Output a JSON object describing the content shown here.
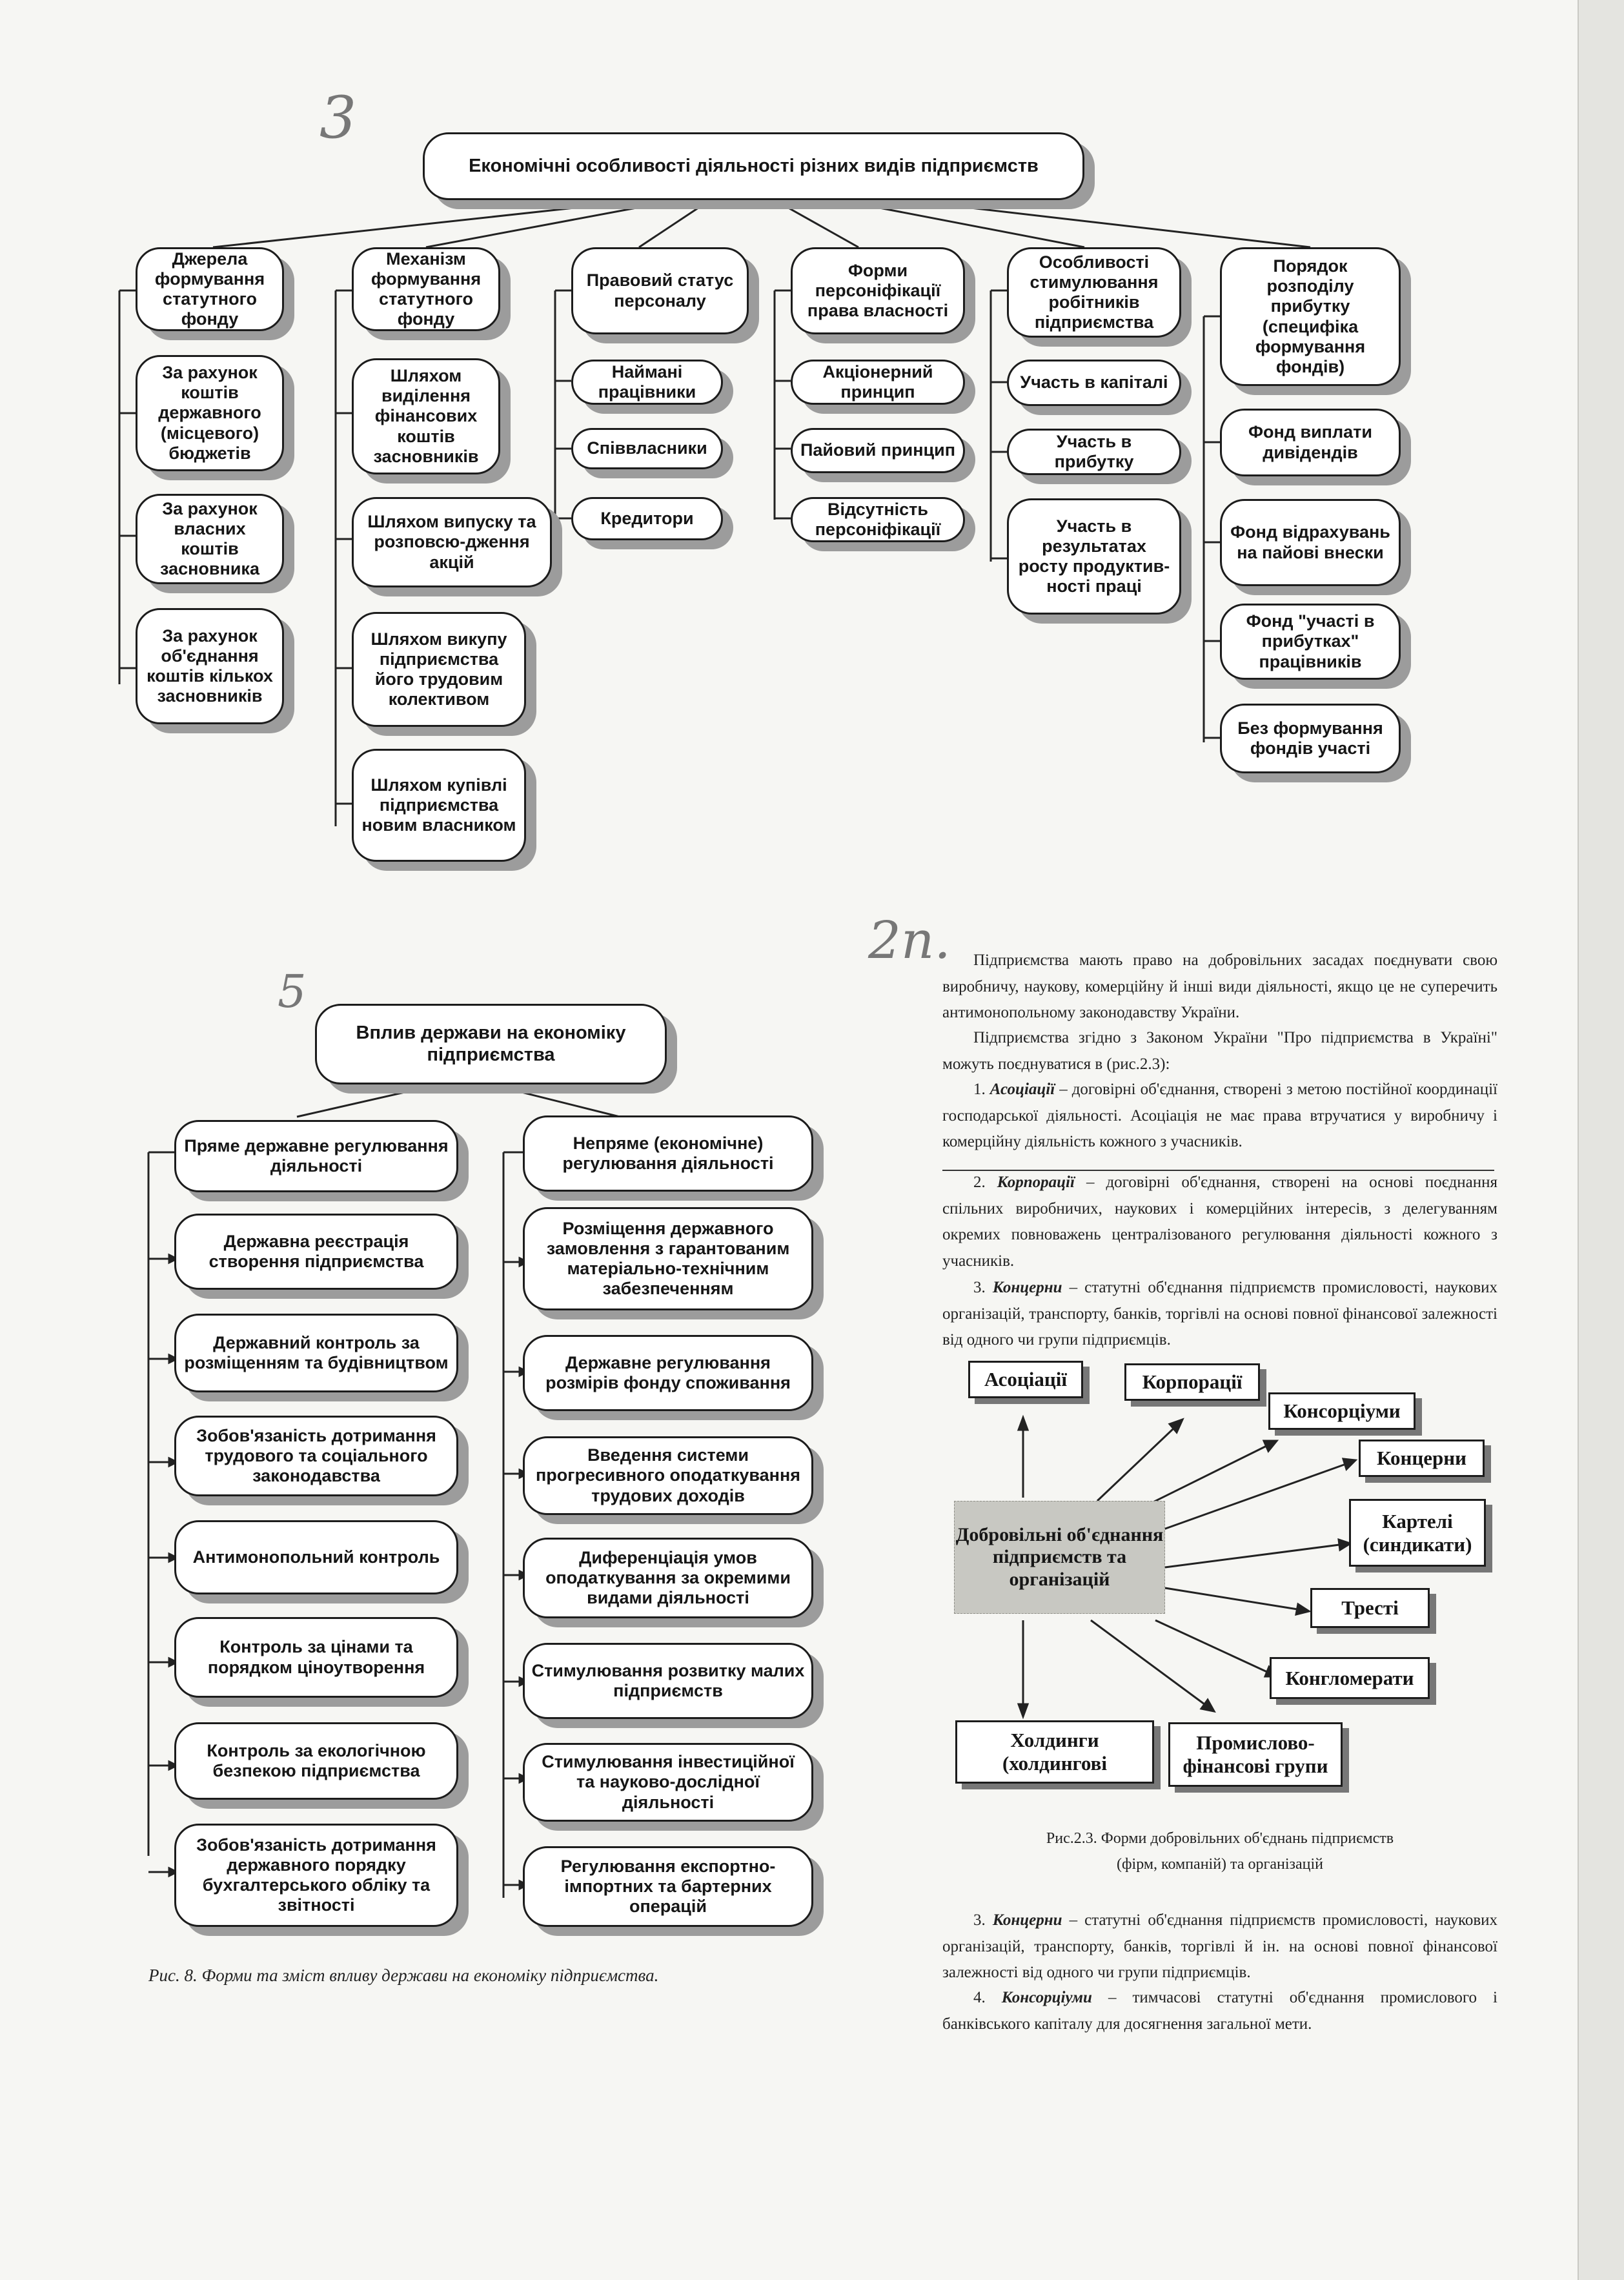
{
  "handwritten": {
    "mark_top": "3",
    "mark_left": "5",
    "mark_right": "2п."
  },
  "diagram1": {
    "title": "Економічні особливості діяльності різних видів підприємств",
    "col1": {
      "header": "Джерела формування статутного фонду",
      "items": [
        "За рахунок коштів державного (місцевого) бюджетів",
        "За рахунок власних коштів засновника",
        "За рахунок об'єднання коштів кількох засновників"
      ]
    },
    "col2": {
      "header": "Механізм формування статутного фонду",
      "items": [
        "Шляхом виділення фінансових коштів засновників",
        "Шляхом випуску та розповсю-дження акцій",
        "Шляхом викупу підприємства його трудовим колективом",
        "Шляхом купівлі підприємства новим власником"
      ]
    },
    "col3": {
      "header": "Правовий статус персоналу",
      "items": [
        "Наймані працівники",
        "Співвласники",
        "Кредитори"
      ]
    },
    "col4": {
      "header": "Форми персоніфікації права власності",
      "items": [
        "Акціонерний принцип",
        "Пайовий принцип",
        "Відсутність персоніфікації"
      ]
    },
    "col5": {
      "header": "Особливості стимулювання робітників підприємства",
      "items": [
        "Участь в капіталі",
        "Участь в прибутку",
        "Участь в результатах росту продуктив-ності праці"
      ]
    },
    "col6": {
      "header": "Порядок розподілу прибутку (специфіка формування фондів)",
      "items": [
        "Фонд виплати дивідендів",
        "Фонд відрахувань на пайові внески",
        "Фонд \"участі в прибутках\" працівників",
        "Без формування фондів участі"
      ]
    }
  },
  "diagram2": {
    "title": "Вплив держави на економіку підприємства",
    "left": {
      "header": "Пряме державне регулювання діяльності",
      "items": [
        "Державна реєстрація створення підприємства",
        "Державний контроль за розміщенням та будівництвом",
        "Зобов'язаність дотримання трудового та соціального законодавства",
        "Антимонопольний контроль",
        "Контроль за цінами та порядком ціноутворення",
        "Контроль за екологічною безпекою підприємства",
        "Зобов'язаність дотримання державного порядку бухгалтерського обліку та звітності"
      ]
    },
    "right": {
      "header": "Непряме (економічне) регулювання діяльності",
      "items": [
        "Розміщення державного замовлення з гарантованим матеріально-технічним забезпеченням",
        "Державне регулювання розмірів фонду споживання",
        "Введення системи прогресивного оподаткування трудових доходів",
        "Диференціація умов оподаткування за окремими видами діяльності",
        "Стимулювання розвитку малих підприємств",
        "Стимулювання інвестиційної та науково-дослідної діяльності",
        "Регулювання експортно-імпортних та бартерних операцій"
      ]
    },
    "caption": "Рис. 8. Форми та зміст впливу держави на економіку підприємства."
  },
  "text": {
    "p1": "Підприємства мають право на добровільних засадах поєднувати свою виробничу, наукову, комерційну й інші види діяльності, якщо це не суперечить антимонопольному законодавству України.",
    "p2": "Підприємства згідно з Законом України \"Про підприємства в Україні\" можуть поєднуватися в (рис.2.3):",
    "p3_num": "1.",
    "p3_term": "Асоціації",
    "p3_text": " – договірні об'єднання, створені з метою постійної координації господарської діяльності. Асоціація не має права втручатися у виробничу і комерційну діяльність кожного з учасників.",
    "p4_num": "2.",
    "p4_term": "Корпорації",
    "p4_text": " – договірні об'єднання, створені на основі поєднання спільних виробничих, наукових і комерційних інтересів, з делегуванням окремих повноважень централізованого регулювання діяльності кожного з учасників.",
    "p5_num": "3.",
    "p5_term": "Концерни",
    "p5_text": " – статутні об'єднання підприємств промисловості, наукових організацій, транспорту, банків, торгівлі на основі повної фінансової залежності від одного чи групи підприємців.",
    "p6_num": "3.",
    "p6_term": "Концерни",
    "p6_text": " – статутні об'єднання підприємств промисловості, наукових організацій, транспорту, банків, торгівлі й ін. на основі повної фінансової залежності від одного чи групи підприємців.",
    "p7_num": "4.",
    "p7_term": "Консорціуми",
    "p7_text": " – тимчасові статутні об'єднання промислового і банківського капіталу для досягнення загальної мети."
  },
  "diagram3": {
    "center": "Добровільні об'єднання підприємств та організацій",
    "nodes": [
      "Асоціації",
      "Корпорації",
      "Консорціуми",
      "Концерни",
      "Картелі (синдикати)",
      "Тресті",
      "Конгломерати",
      "Холдинги (холдингові",
      "Промислово-фінансові групи"
    ],
    "caption_line1": "Рис.2.3. Форми добровільних об'єднань підприємств",
    "caption_line2": "(фірм, компаній) та організацій"
  }
}
